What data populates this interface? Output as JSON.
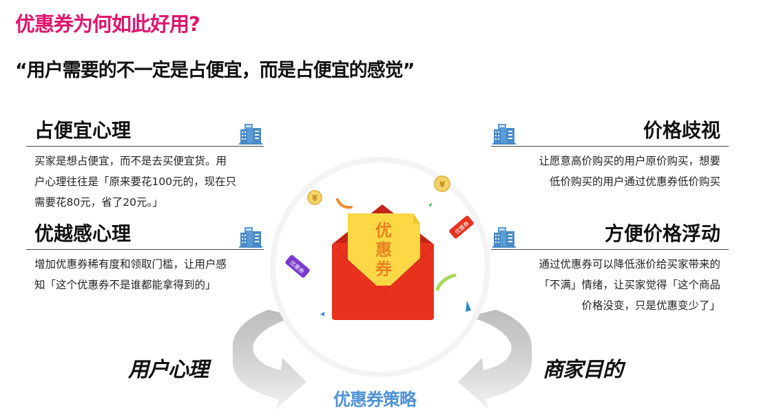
{
  "header": {
    "title": "优惠券为何如此好用?",
    "title_color": "#e0146e",
    "subtitle": "“用户需要的不一定是占便宜，而是占便宜的感觉”"
  },
  "sections": {
    "left": [
      {
        "title": "占便宜心理",
        "icon": "building-icon",
        "lines": [
          "买家是想占便宜，而不是去买便宜货。用",
          "户心理往往是「原来要花100元的，现在只",
          "需要花80元，省了20元。」"
        ]
      },
      {
        "title": "优越感心理",
        "icon": "building-icon",
        "lines": [
          "增加优惠券稀有度和领取门槛，让用户感",
          "知「这个优惠券不是谁都能拿得到的」"
        ]
      }
    ],
    "right": [
      {
        "title": "价格歧视",
        "icon": "building-icon",
        "lines": [
          "让愿意高价购买的用户原价购买，想要",
          "低价购买的用户通过优惠券低价购买"
        ]
      },
      {
        "title": "方便价格浮动",
        "icon": "building-icon",
        "lines": [
          "通过优惠券可以降低涨价给买家带来的",
          "「不满」情绪，让买家觉得「这个商品",
          "价格没变，只是优惠变少了」"
        ]
      }
    ]
  },
  "illustration": {
    "card_text": "优惠券",
    "tag_left": "优惠券",
    "tag_right": "优惠券",
    "coin_symbol": "¥",
    "colors": {
      "envelope": "#e8321e",
      "card": "#fcd846",
      "card_text": "#e8821e",
      "icon_blue": "#4f93d6"
    }
  },
  "cycle": {
    "left_label": "用户心理",
    "right_label": "商家目的",
    "bottom_label": "优惠券策略",
    "bottom_color": "#4f93d6"
  }
}
